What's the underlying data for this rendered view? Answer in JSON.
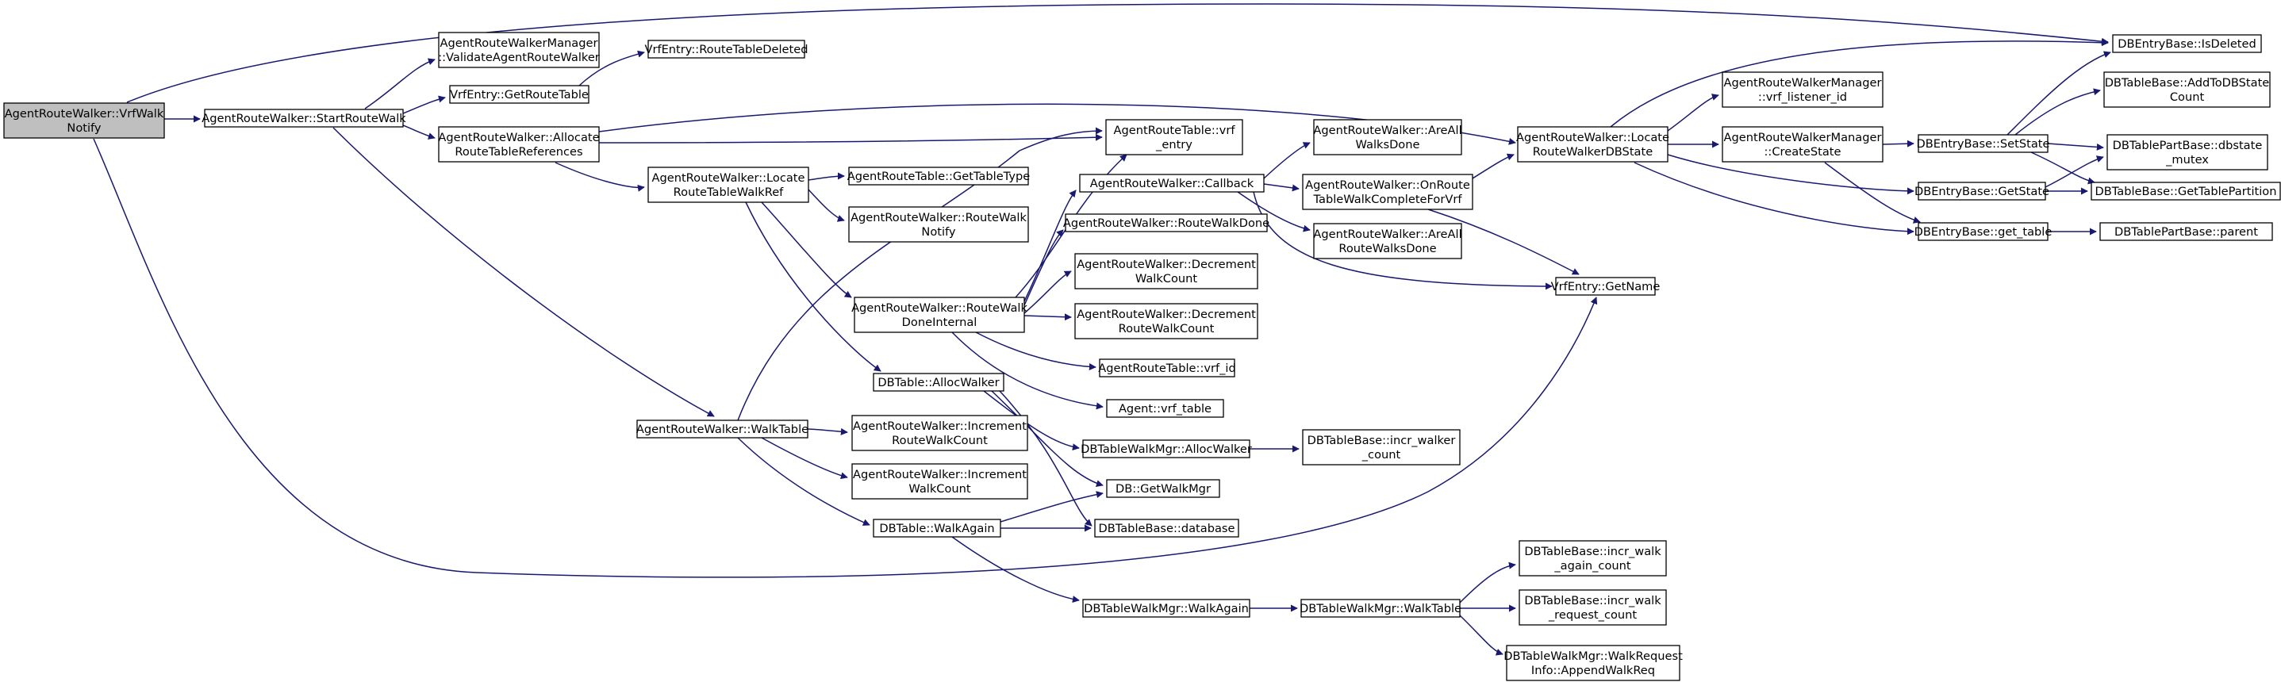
{
  "colors": {
    "edge": "#191970",
    "node_border": "#000000",
    "root_fill": "#bfbfbf",
    "node_fill": "#ffffff"
  },
  "nodes": {
    "vrfwalknotify": [
      "AgentRouteWalker::VrfWalk",
      "Notify"
    ],
    "startroutewalk": [
      "AgentRouteWalker::StartRouteWalk"
    ],
    "validate": [
      "AgentRouteWalkerManager",
      "::ValidateAgentRouteWalker"
    ],
    "getroutetable": [
      "VrfEntry::GetRouteTable"
    ],
    "routetabledeleted": [
      "VrfEntry::RouteTableDeleted"
    ],
    "allocate": [
      "AgentRouteWalker::Allocate",
      "RouteTableReferences"
    ],
    "locatereftable": [
      "AgentRouteWalker::Locate",
      "RouteTableWalkRef"
    ],
    "walktable": [
      "AgentRouteWalker::WalkTable"
    ],
    "gettabletype": [
      "AgentRouteTable::GetTableType"
    ],
    "routewalknotify": [
      "AgentRouteWalker::RouteWalk",
      "Notify"
    ],
    "vrfentry": [
      "AgentRouteTable::vrf",
      "_entry"
    ],
    "callback": [
      "AgentRouteWalker::Callback"
    ],
    "routewalkdone": [
      "AgentRouteWalker::RouteWalkDone"
    ],
    "decwalkcount": [
      "AgentRouteWalker::Decrement",
      "WalkCount"
    ],
    "routewalkdoneinternal": [
      "AgentRouteWalker::RouteWalk",
      "DoneInternal"
    ],
    "decroutewalkcount": [
      "AgentRouteWalker::Decrement",
      "RouteWalkCount"
    ],
    "vrfid": [
      "AgentRouteTable::vrf_id"
    ],
    "allocwalker": [
      "DBTable::AllocWalker"
    ],
    "agentvrftable": [
      "Agent::vrf_table"
    ],
    "incroutewalkcount": [
      "AgentRouteWalker::Increment",
      "RouteWalkCount"
    ],
    "incwalkcount": [
      "AgentRouteWalker::Increment",
      "WalkCount"
    ],
    "mgrallocwalker": [
      "DBTableWalkMgr::AllocWalker"
    ],
    "incrwalker": [
      "DBTableBase::incr_walker",
      "_count"
    ],
    "getwalkmgr": [
      "DB::GetWalkMgr"
    ],
    "walkagain": [
      "DBTable::WalkAgain"
    ],
    "database": [
      "DBTableBase::database"
    ],
    "mgrwalkagain": [
      "DBTableWalkMgr::WalkAgain"
    ],
    "mgrwalktable": [
      "DBTableWalkMgr::WalkTable"
    ],
    "incrwalkagain": [
      "DBTableBase::incr_walk",
      "_again_count"
    ],
    "incrwalkrequest": [
      "DBTableBase::incr_walk",
      "_request_count"
    ],
    "appendwalkreq": [
      "DBTableWalkMgr::WalkRequest",
      "Info::AppendWalkReq"
    ],
    "areallwalksdone": [
      "AgentRouteWalker::AreAll",
      "WalksDone"
    ],
    "onroutetablewalk": [
      "AgentRouteWalker::OnRoute",
      "TableWalkCompleteForVrf"
    ],
    "areallroutewalksdone": [
      "AgentRouteWalker::AreAll",
      "RouteWalksDone"
    ],
    "locatedbstate": [
      "AgentRouteWalker::Locate",
      "RouteWalkerDBState"
    ],
    "vrfgetname": [
      "VrfEntry::GetName"
    ],
    "vrflistenerid": [
      "AgentRouteWalkerManager",
      "::vrf_listener_id"
    ],
    "createstate": [
      "AgentRouteWalkerManager",
      "::CreateState"
    ],
    "isdeleted": [
      "DBEntryBase::IsDeleted"
    ],
    "setstate": [
      "DBEntryBase::SetState"
    ],
    "getstate": [
      "DBEntryBase::GetState"
    ],
    "gettable": [
      "DBEntryBase::get_table"
    ],
    "addtodbstatecount": [
      "DBTableBase::AddToDBState",
      "Count"
    ],
    "dbstatemutex": [
      "DBTablePartBase::dbstate",
      "_mutex"
    ],
    "gettablepartition": [
      "DBTableBase::GetTablePartition"
    ],
    "parent": [
      "DBTablePartBase::parent"
    ]
  }
}
